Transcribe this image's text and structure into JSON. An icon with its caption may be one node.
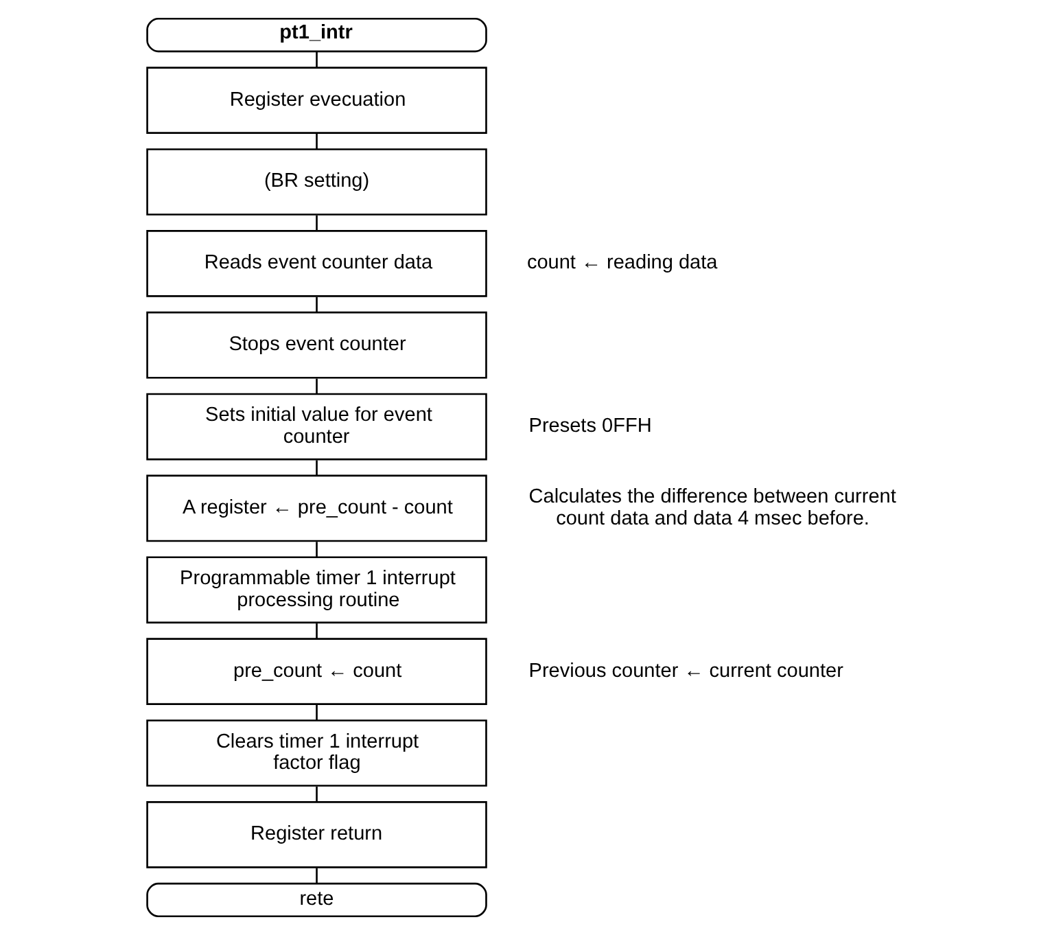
{
  "diagram": {
    "nodes": [
      {
        "text": [
          "pt1_intr"
        ]
      },
      {
        "text": [
          "Register evecuation"
        ]
      },
      {
        "text": [
          "(BR setting)"
        ]
      },
      {
        "text": [
          "Reads event counter data"
        ],
        "beside": [
          "count ← reading data"
        ]
      },
      {
        "text": [
          "Stops event counter"
        ]
      },
      {
        "text": [
          "Sets initial value for event counter"
        ],
        "beside": [
          "Presets 0FFH"
        ]
      },
      {
        "text": [
          "A register ← pre_count - count"
        ],
        "beside": [
          "Calculates the difference between current count data and data 4 msec before."
        ]
      },
      {
        "text": [
          "Programmable timer 1 interrupt processing routine"
        ]
      },
      {
        "text": [
          "pre_count ← count"
        ],
        "beside": [
          "Previous counter ← current counter"
        ]
      },
      {
        "text": [
          "Clears timer 1 interrupt factor flag"
        ]
      },
      {
        "text": [
          "Register return"
        ]
      },
      {
        "text": [
          "rete"
        ]
      }
    ],
    "edges": [
      {
        "from": 0,
        "to": 1,
        "arrow": "none"
      },
      {
        "from": 1,
        "to": 2,
        "arrow": "none"
      },
      {
        "from": 2,
        "to": 3,
        "arrow": "none"
      },
      {
        "from": 3,
        "to": 4,
        "arrow": "none"
      },
      {
        "from": 4,
        "to": 5,
        "arrow": "none"
      },
      {
        "from": 5,
        "to": 6,
        "arrow": "none"
      },
      {
        "from": 6,
        "to": 7,
        "arrow": "none"
      },
      {
        "from": 7,
        "to": 8,
        "arrow": "none"
      },
      {
        "from": 8,
        "to": 9,
        "arrow": "none"
      },
      {
        "from": 9,
        "to": 10,
        "arrow": "none"
      },
      {
        "from": 10,
        "to": 11,
        "arrow": "none"
      }
    ]
  }
}
